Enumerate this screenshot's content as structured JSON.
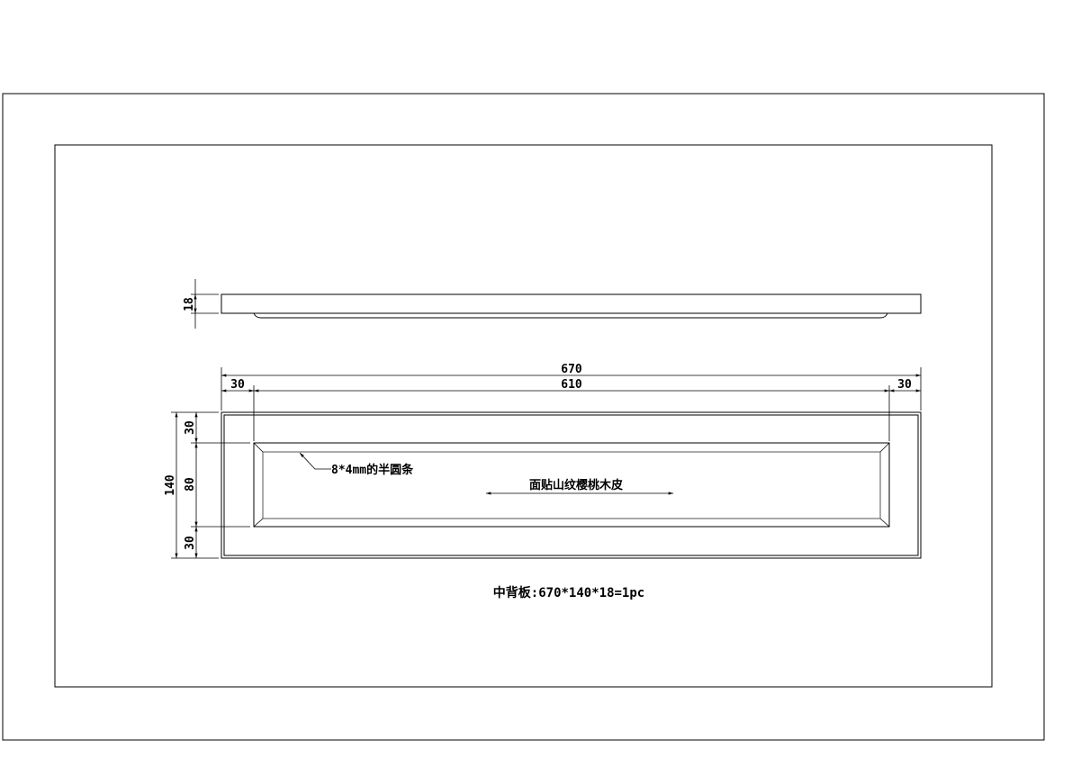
{
  "drawing": {
    "side_view": {
      "thickness_label": "18"
    },
    "front_view": {
      "overall_width_label": "670",
      "inner_width_label": "610",
      "left_margin_label": "30",
      "right_margin_label": "30",
      "overall_height_label": "140",
      "top_margin_label": "30",
      "panel_height_label": "80",
      "bottom_margin_label": "30"
    },
    "annotations": {
      "molding_note": "8*4mm的半圆条",
      "veneer_note": "面贴山纹樱桃木皮"
    },
    "caption": "中背板:670*140*18=1pc"
  }
}
